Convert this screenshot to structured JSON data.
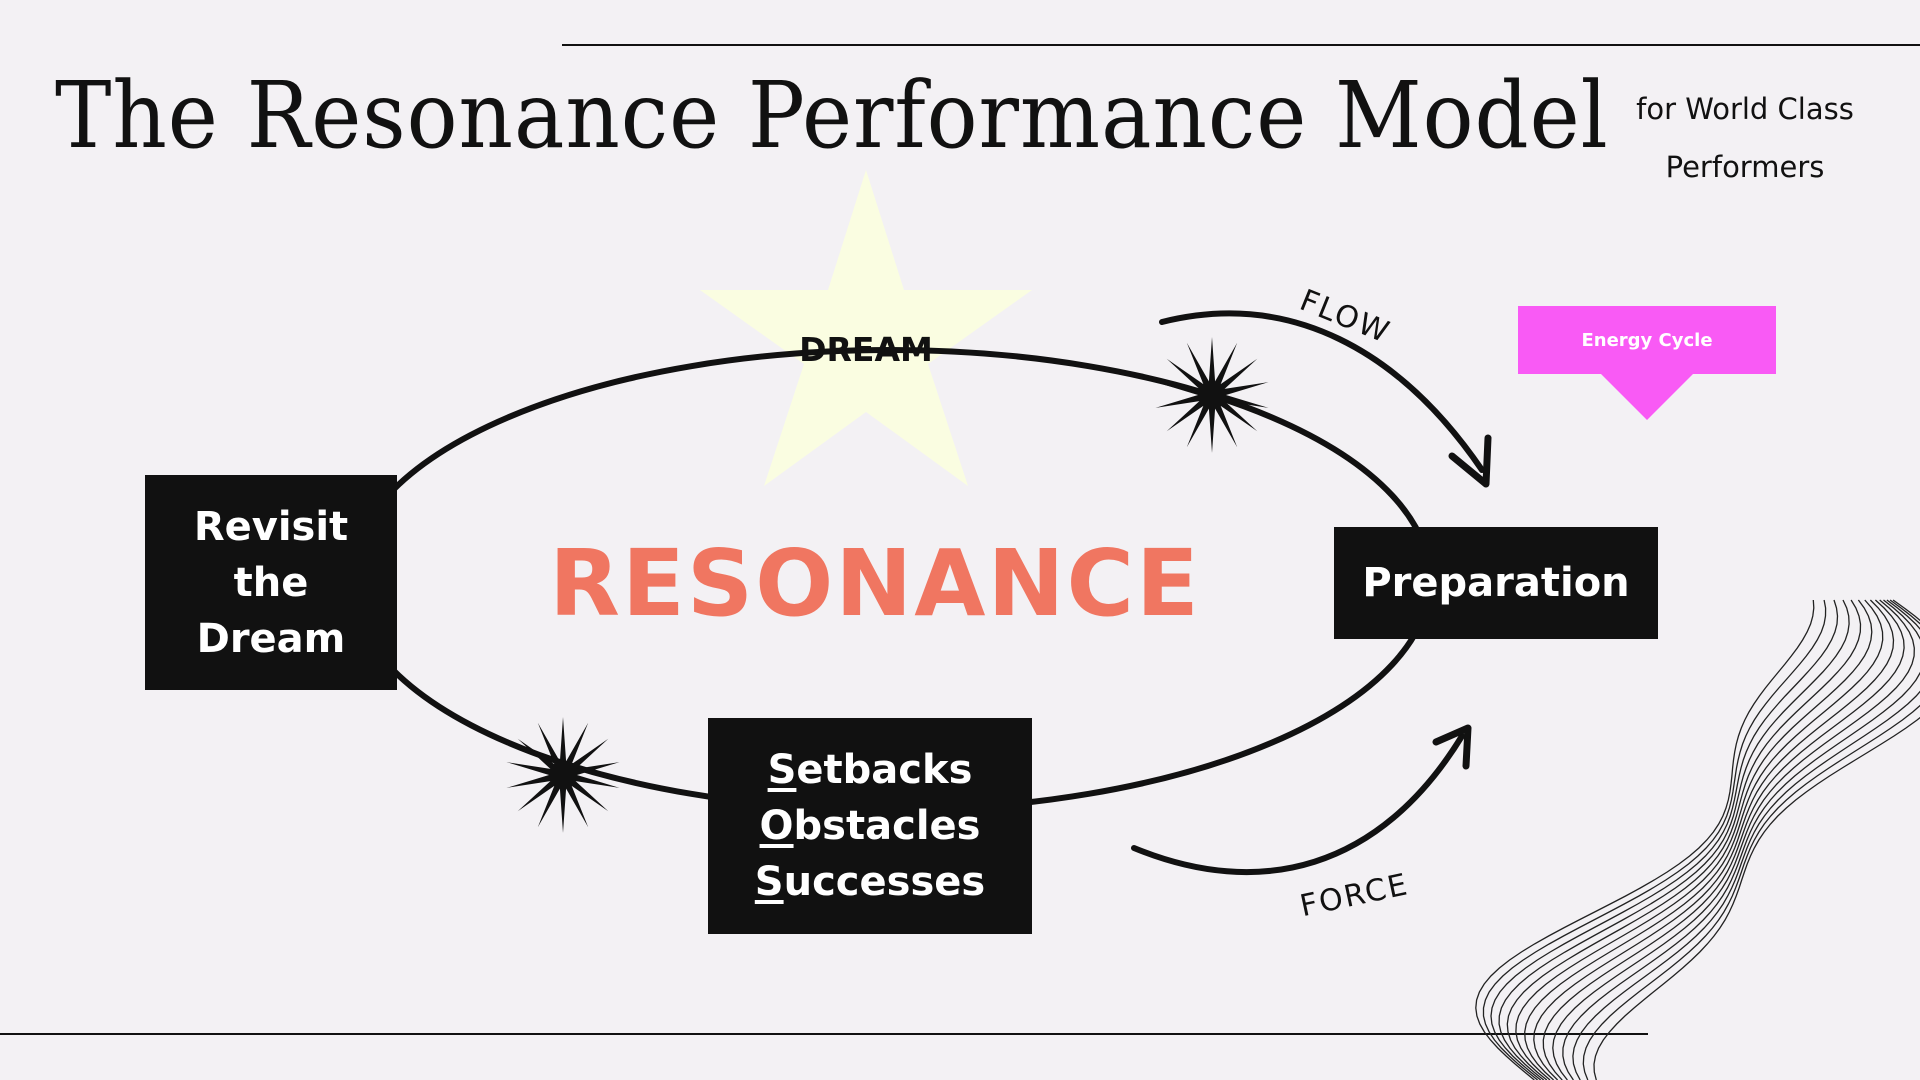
{
  "title": "The Resonance Performance Model",
  "subtitle": "for World Class Performers",
  "center_label": "RESONANCE",
  "star_label": "DREAM",
  "blocks": {
    "revisit": "Revisit the Dream",
    "preparation": "Preparation",
    "setbacks": [
      {
        "initial": "S",
        "rest": "etbacks"
      },
      {
        "initial": "O",
        "rest": "bstacles"
      },
      {
        "initial": "S",
        "rest": "uccesses"
      }
    ]
  },
  "arrows": {
    "flow": "FLOW",
    "force": "FORCE"
  },
  "energy_tag": "Energy Cycle",
  "colors": {
    "background": "#f3f1f4",
    "accent": "#f07661",
    "star": "#fafde1",
    "tag": "#f95af5",
    "ink": "#111111"
  },
  "icons": [
    "starburst-icon",
    "starburst-icon",
    "star-shape",
    "wave-lines-decoration"
  ]
}
